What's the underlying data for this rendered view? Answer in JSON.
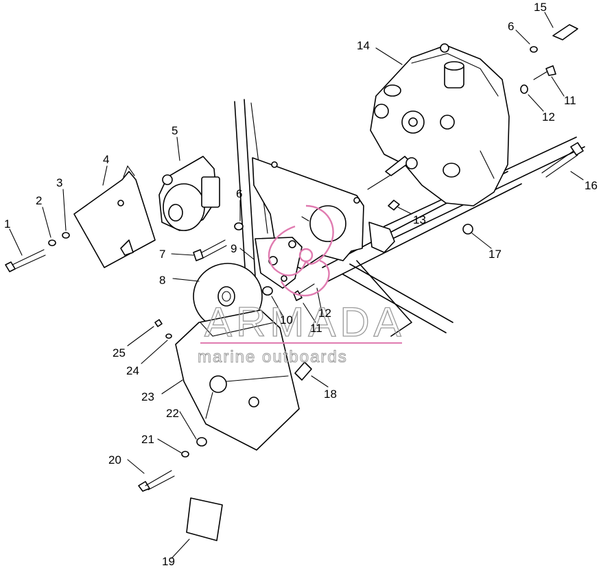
{
  "watermark": {
    "brand": "ARMADA",
    "tagline": "marine outboards",
    "accent_color": "#e07bb0"
  },
  "callouts": [
    "1",
    "2",
    "3",
    "4",
    "5",
    "6",
    "6",
    "7",
    "8",
    "9",
    "10",
    "11",
    "11",
    "12",
    "12",
    "13",
    "14",
    "15",
    "16",
    "17",
    "18",
    "19",
    "20",
    "21",
    "22",
    "23",
    "24",
    "25"
  ]
}
